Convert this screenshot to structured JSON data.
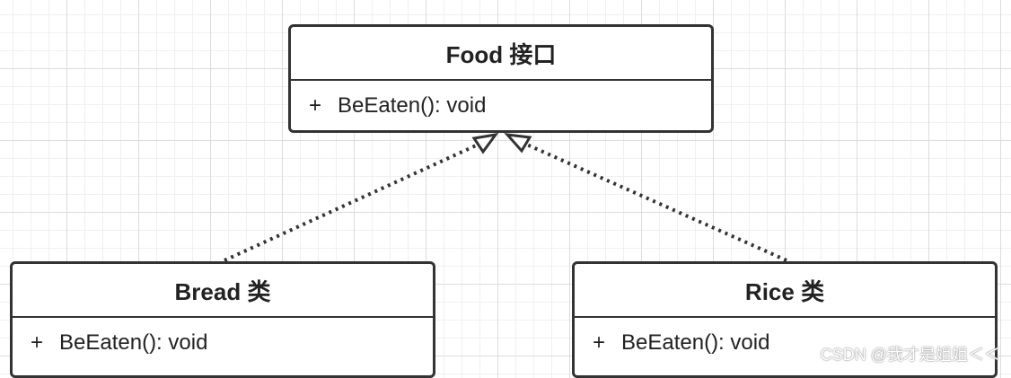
{
  "classes": {
    "food": {
      "title": "Food 接口",
      "member_prefix": "+",
      "member": "BeEaten(): void"
    },
    "bread": {
      "title": "Bread 类",
      "member_prefix": "+",
      "member": "BeEaten(): void"
    },
    "rice": {
      "title": "Rice 类",
      "member_prefix": "+",
      "member": "BeEaten(): void"
    }
  },
  "relations": [
    {
      "from": "Bread",
      "to": "Food",
      "type": "realization"
    },
    {
      "from": "Rice",
      "to": "Food",
      "type": "realization"
    }
  ],
  "watermark": "CSDN @我才是姐姐＜＜",
  "colors": {
    "stroke": "#333333",
    "grid": "#dcdcdc",
    "background": "#ffffff"
  }
}
